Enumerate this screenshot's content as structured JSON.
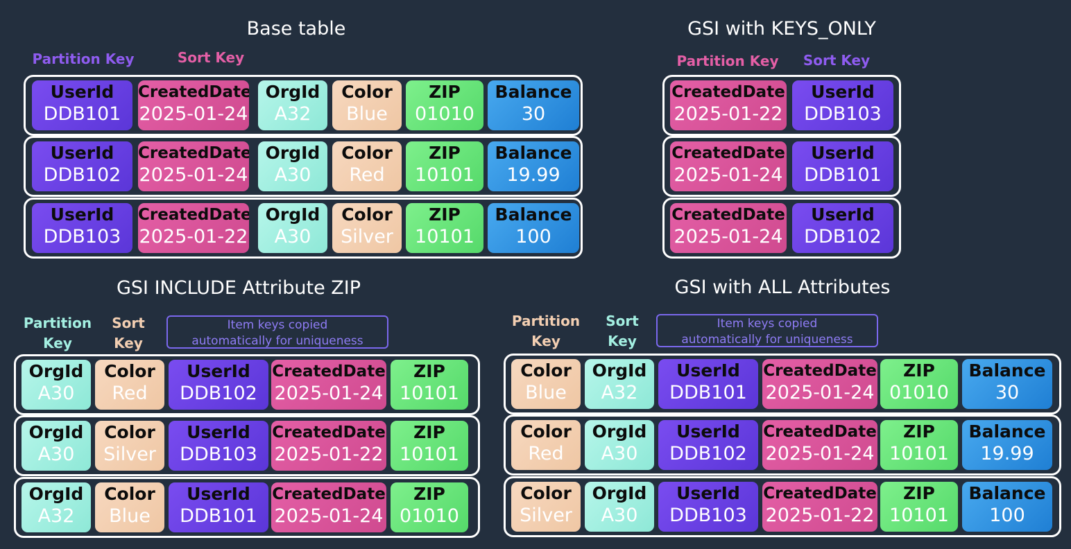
{
  "titles": {
    "base": "Base table",
    "keys_only": "GSI with KEYS_ONLY",
    "include": "GSI INCLUDE Attribute ZIP",
    "all": "GSI with ALL Attributes"
  },
  "labels": {
    "base_partition": "Partition Key",
    "base_sort": "Sort Key",
    "ko_partition": "Partition Key",
    "ko_sort": "Sort Key",
    "inc_partition": "Partition\nKey",
    "inc_sort": "Sort\nKey",
    "all_partition": "Partition\nKey",
    "all_sort": "Sort\nKey"
  },
  "notes": {
    "include": "Item keys copied\nautomatically for uniqueness",
    "all": "Item keys copied\nautomatically for uniqueness"
  },
  "colors": {
    "background": "#232f3e",
    "UserId": "#6a42e6",
    "CreatedDate": "#da559b",
    "OrgId": "#a4f0e2",
    "Color": "#f3cfb2",
    "ZIP": "#6ae67c",
    "Balance": "#3596e2",
    "partition_purple": "#8f5cf0",
    "sort_pink": "#e45fa6",
    "teal_label": "#a4f0e2",
    "peach_label": "#f3cfb2"
  },
  "tables": {
    "base": [
      [
        [
          "UserId",
          "DDB101"
        ],
        [
          "CreatedDate",
          "2025-01-24"
        ],
        [
          "OrgId",
          "A32"
        ],
        [
          "Color",
          "Blue"
        ],
        [
          "ZIP",
          "01010"
        ],
        [
          "Balance",
          "30"
        ]
      ],
      [
        [
          "UserId",
          "DDB102"
        ],
        [
          "CreatedDate",
          "2025-01-24"
        ],
        [
          "OrgId",
          "A30"
        ],
        [
          "Color",
          "Red"
        ],
        [
          "ZIP",
          "10101"
        ],
        [
          "Balance",
          "19.99"
        ]
      ],
      [
        [
          "UserId",
          "DDB103"
        ],
        [
          "CreatedDate",
          "2025-01-22"
        ],
        [
          "OrgId",
          "A30"
        ],
        [
          "Color",
          "Silver"
        ],
        [
          "ZIP",
          "10101"
        ],
        [
          "Balance",
          "100"
        ]
      ]
    ],
    "keys_only": [
      [
        [
          "CreatedDate",
          "2025-01-22"
        ],
        [
          "UserId",
          "DDB103"
        ]
      ],
      [
        [
          "CreatedDate",
          "2025-01-24"
        ],
        [
          "UserId",
          "DDB101"
        ]
      ],
      [
        [
          "CreatedDate",
          "2025-01-24"
        ],
        [
          "UserId",
          "DDB102"
        ]
      ]
    ],
    "include": [
      [
        [
          "OrgId",
          "A30"
        ],
        [
          "Color",
          "Red"
        ],
        [
          "UserId",
          "DDB102"
        ],
        [
          "CreatedDate",
          "2025-01-24"
        ],
        [
          "ZIP",
          "10101"
        ]
      ],
      [
        [
          "OrgId",
          "A30"
        ],
        [
          "Color",
          "Silver"
        ],
        [
          "UserId",
          "DDB103"
        ],
        [
          "CreatedDate",
          "2025-01-22"
        ],
        [
          "ZIP",
          "10101"
        ]
      ],
      [
        [
          "OrgId",
          "A32"
        ],
        [
          "Color",
          "Blue"
        ],
        [
          "UserId",
          "DDB101"
        ],
        [
          "CreatedDate",
          "2025-01-24"
        ],
        [
          "ZIP",
          "01010"
        ]
      ]
    ],
    "all": [
      [
        [
          "Color",
          "Blue"
        ],
        [
          "OrgId",
          "A32"
        ],
        [
          "UserId",
          "DDB101"
        ],
        [
          "CreatedDate",
          "2025-01-24"
        ],
        [
          "ZIP",
          "01010"
        ],
        [
          "Balance",
          "30"
        ]
      ],
      [
        [
          "Color",
          "Red"
        ],
        [
          "OrgId",
          "A30"
        ],
        [
          "UserId",
          "DDB102"
        ],
        [
          "CreatedDate",
          "2025-01-24"
        ],
        [
          "ZIP",
          "10101"
        ],
        [
          "Balance",
          "19.99"
        ]
      ],
      [
        [
          "Color",
          "Silver"
        ],
        [
          "OrgId",
          "A30"
        ],
        [
          "UserId",
          "DDB103"
        ],
        [
          "CreatedDate",
          "2025-01-22"
        ],
        [
          "ZIP",
          "10101"
        ],
        [
          "Balance",
          "100"
        ]
      ]
    ]
  }
}
